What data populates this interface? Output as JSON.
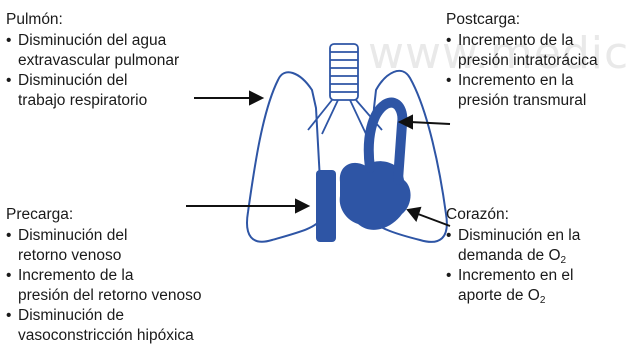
{
  "watermark": "www.medic",
  "pulmon": {
    "title": "Pulmón:",
    "items": [
      {
        "line1": "Disminución del agua",
        "line2": "extravascular pulmonar"
      },
      {
        "line1": "Disminución del",
        "line2": "trabajo respiratorio"
      }
    ]
  },
  "postcarga": {
    "title": "Postcarga:",
    "items": [
      {
        "line1": "Incremento de la",
        "line2": "presión intratorácica"
      },
      {
        "line1": "Incremento en la",
        "line2": "presión transmural"
      }
    ]
  },
  "precarga": {
    "title": "Precarga:",
    "items": [
      {
        "line1": "Disminución del",
        "line2": "retorno venoso"
      },
      {
        "line1": "Incremento de la",
        "line2": "presión del retorno venoso"
      },
      {
        "line1": "Disminución de",
        "line2": "vasoconstricción hipóxica"
      }
    ]
  },
  "corazon": {
    "title": "Corazón:",
    "items": [
      {
        "line1": "Disminución en la",
        "line2": "demanda de O",
        "sub": "2"
      },
      {
        "line1": "Incremento en el",
        "line2": "aporte de O",
        "sub": "2"
      }
    ]
  },
  "colors": {
    "organ": "#2e55a5",
    "outline": "#2e55a5",
    "arrow": "#111111",
    "watermark": "#e9e9e9"
  }
}
